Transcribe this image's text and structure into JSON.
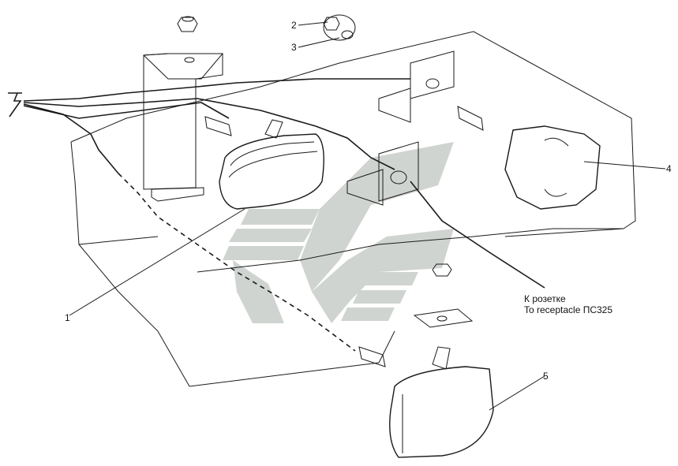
{
  "callouts": {
    "c1": "1",
    "c2": "2",
    "c3": "3",
    "c4": "4",
    "c5": "5"
  },
  "note": {
    "line_ru": "К розетке",
    "line_en": "To receptacle ПС325"
  },
  "colors": {
    "line": "#1a1a1a",
    "watermark": "#c8cdc8"
  },
  "icons": {
    "watermark": "stylized-factory-logo-watermark"
  }
}
